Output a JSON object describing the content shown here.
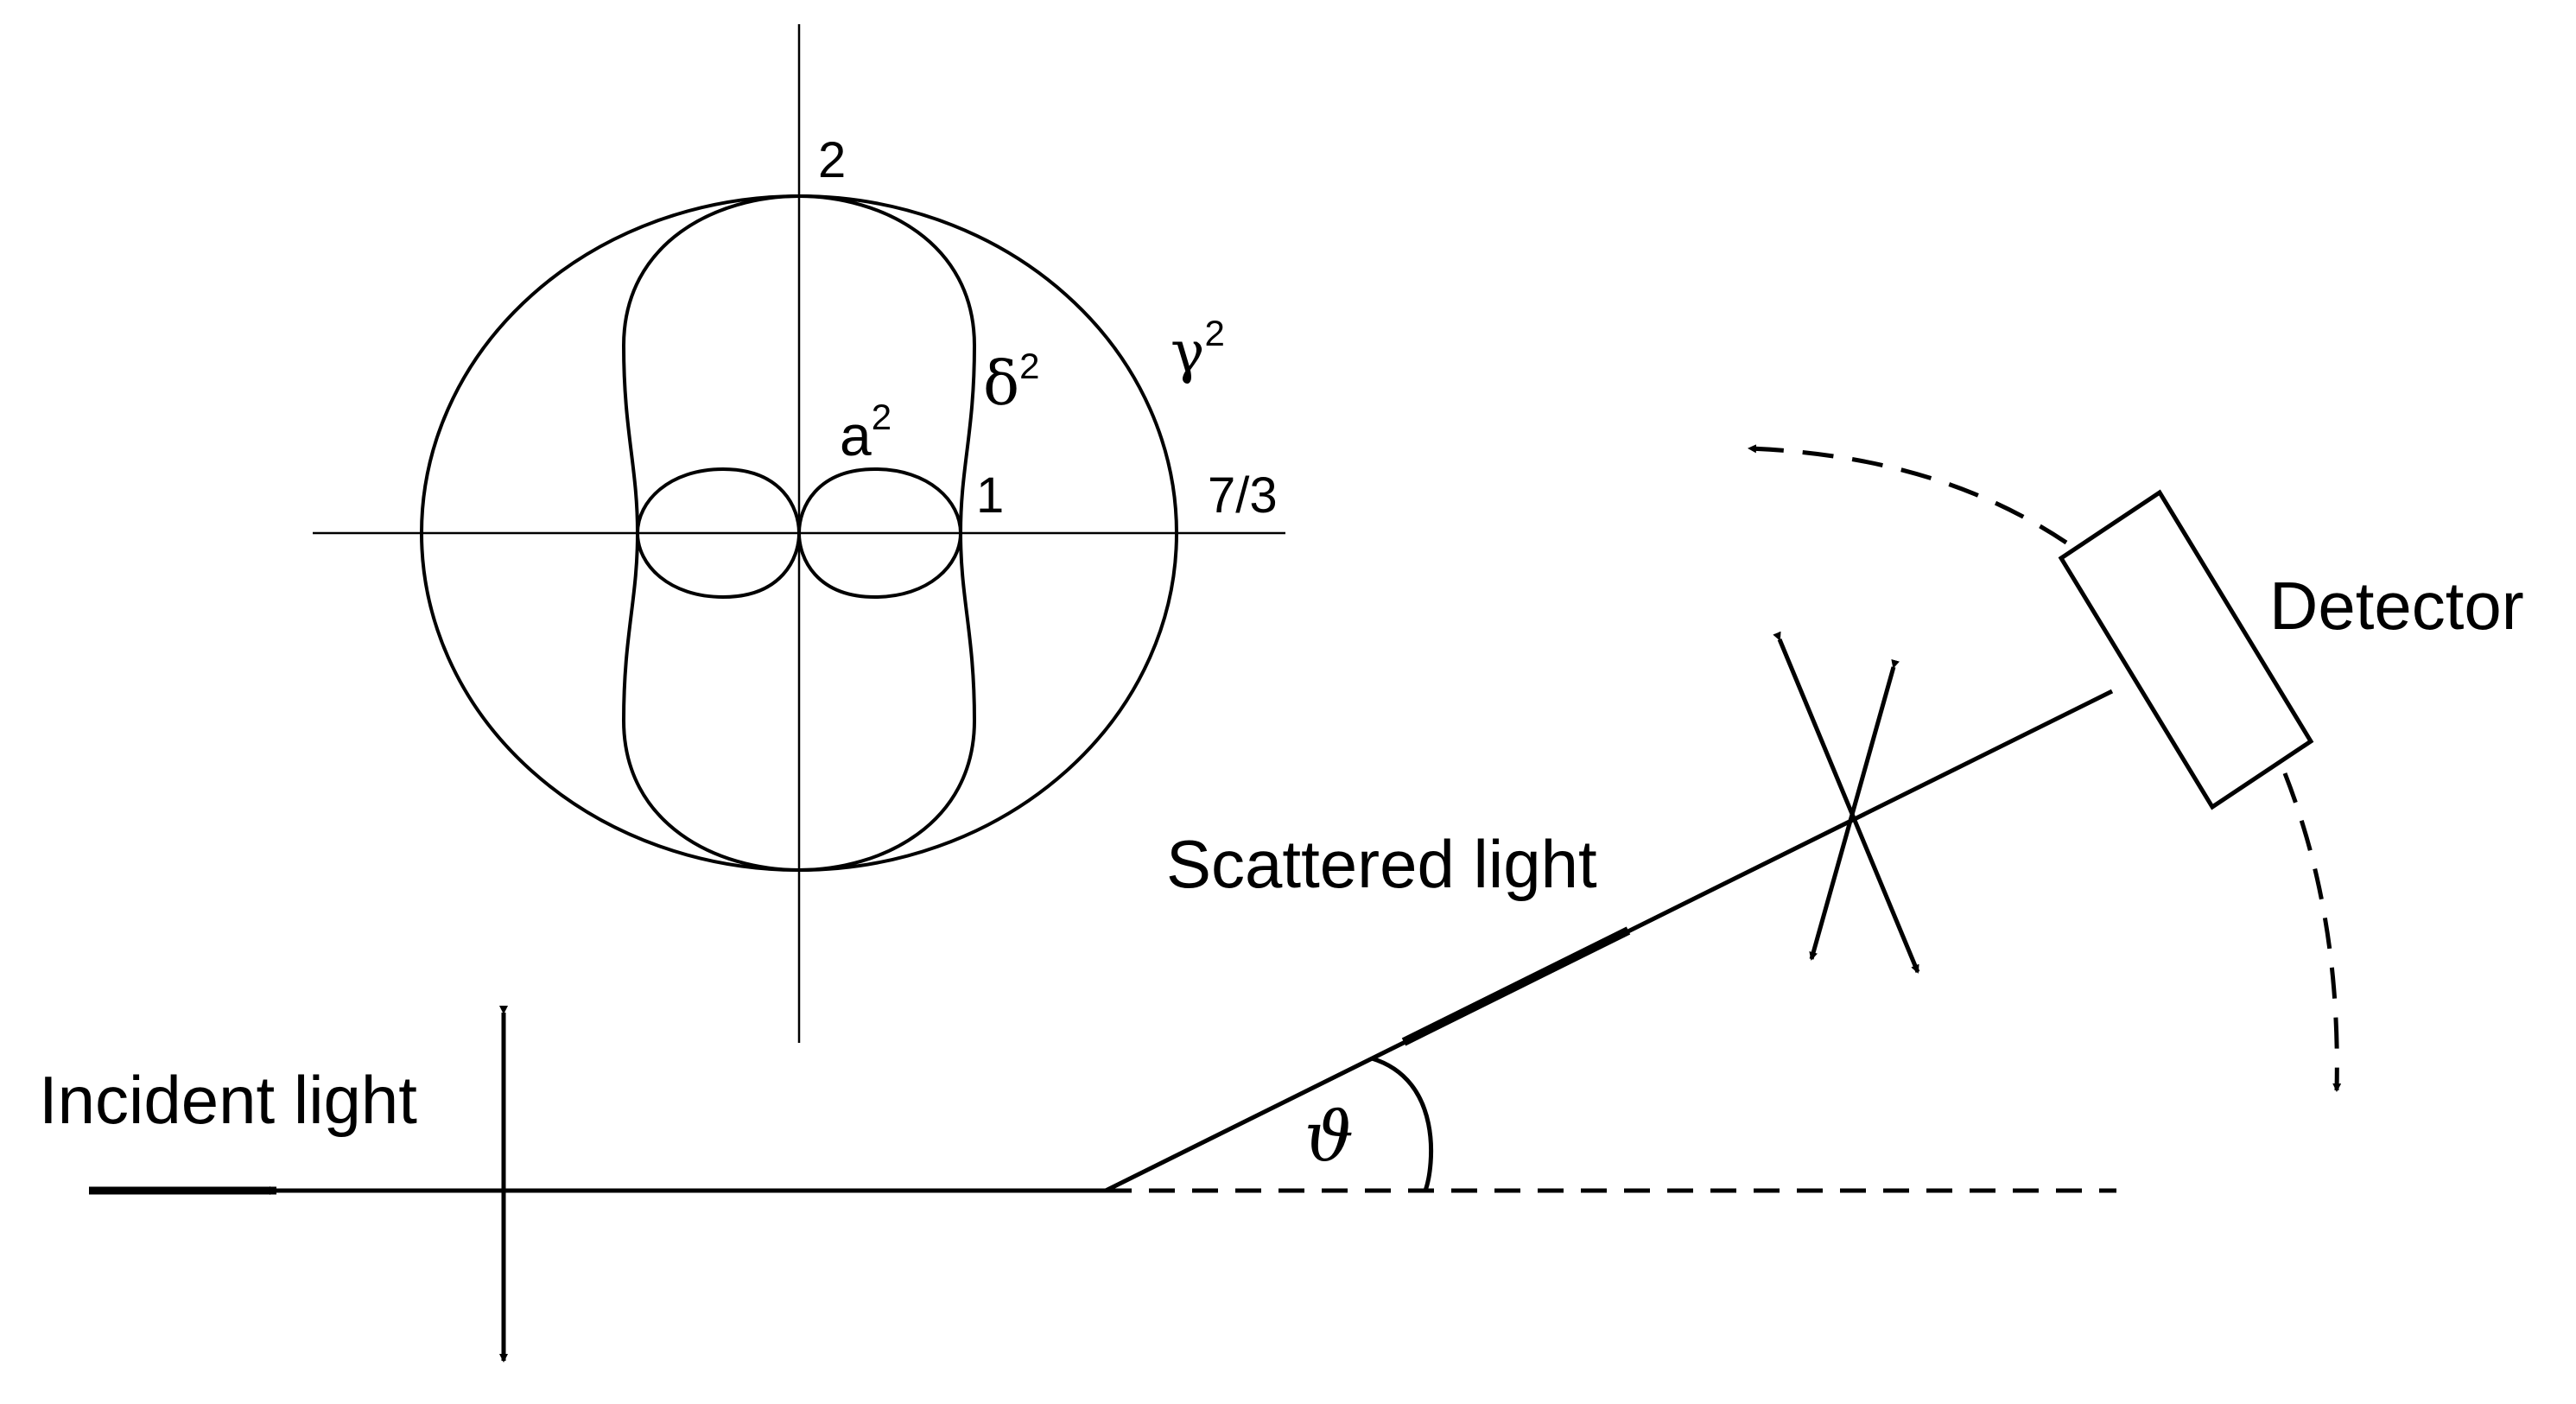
{
  "colors": {
    "stroke": "#000000",
    "background": "#ffffff"
  },
  "polar": {
    "tick_top": "2",
    "tick_inner_right": "1",
    "tick_outer_right": "7/3",
    "a_base": "a",
    "a_exp": "2",
    "delta_base": "δ",
    "delta_exp": "2",
    "gamma_base": "γ",
    "gamma_exp": "2"
  },
  "labels": {
    "incident": "Incident light",
    "scattered": "Scattered light",
    "detector": "Detector",
    "angle": "ϑ"
  }
}
